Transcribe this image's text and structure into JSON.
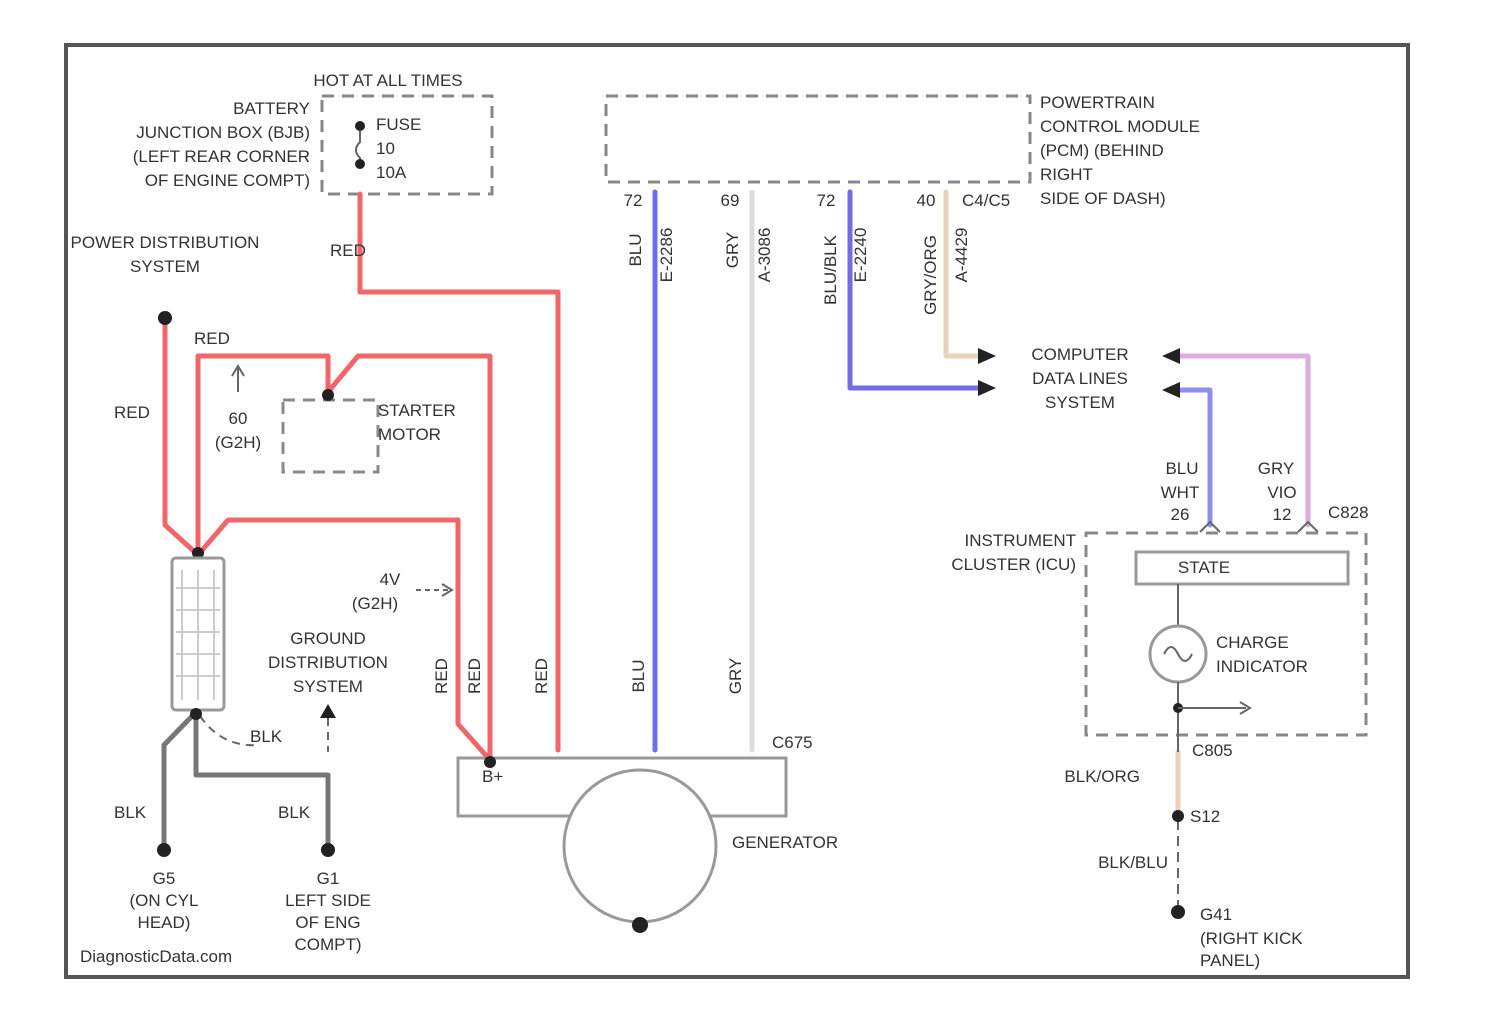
{
  "watermark": "DiagnosticData.com",
  "colors": {
    "red": "#f0666a",
    "blue": "#6d6de8",
    "gray_wire": "#dcdcdc",
    "tan": "#e8d2b8",
    "pink": "#dcaee0",
    "black_wire": "#777777",
    "bluewire2": "#8e8ef0"
  },
  "fuse": {
    "header": "HOT AT ALL TIMES",
    "location": [
      "BATTERY",
      "JUNCTION BOX (BJB)",
      "(LEFT REAR CORNER",
      "OF ENGINE COMPT)"
    ],
    "label": [
      "FUSE",
      "10",
      "10A"
    ]
  },
  "pcm": {
    "label": [
      "POWERTRAIN",
      "CONTROL MODULE",
      "(PCM) (BEHIND",
      "RIGHT",
      "SIDE OF DASH)"
    ],
    "connector": "C4/C5",
    "pins": [
      {
        "pin": "72",
        "wire": "BLU",
        "code": "E-2286"
      },
      {
        "pin": "69",
        "wire": "GRY",
        "code": "A-3086"
      },
      {
        "pin": "72",
        "wire": "BLU/BLK",
        "code": "E-2240"
      },
      {
        "pin": "40",
        "wire": "GRY/ORG",
        "code": "A-4429"
      }
    ]
  },
  "power_dist": [
    "POWER DISTRIBUTION",
    "SYSTEM"
  ],
  "wire_labels": {
    "red_fuse": "RED",
    "red_top": "RED",
    "red_left": "RED",
    "gen_red1": "RED",
    "gen_red2": "RED",
    "gen_red3": "RED",
    "gen_blu": "BLU",
    "gen_gry": "GRY",
    "blk1": "BLK",
    "blk2": "BLK",
    "blk_small": "BLK"
  },
  "gauge_left": [
    "60",
    "(G2H)"
  ],
  "gauge_mid": [
    "4V",
    "(G2H)"
  ],
  "starter": [
    "STARTER",
    "MOTOR"
  ],
  "ground_dist": [
    "GROUND",
    "DISTRIBUTION",
    "SYSTEM"
  ],
  "grounds": [
    {
      "id": "G5",
      "desc": [
        "(ON CYL",
        "HEAD)"
      ]
    },
    {
      "id": "G1",
      "desc": [
        "LEFT SIDE",
        "OF ENG",
        "COMPT)"
      ]
    }
  ],
  "generator": {
    "label": "GENERATOR",
    "connector": "C675",
    "terminal": "B+"
  },
  "data_lines": [
    "COMPUTER",
    "DATA LINES",
    "SYSTEM"
  ],
  "cluster": {
    "label": [
      "INSTRUMENT",
      "CLUSTER (ICU)"
    ],
    "connector": "C828",
    "wire_left": [
      "BLU",
      "WHT",
      "26"
    ],
    "wire_right": [
      "GRY",
      "VIO",
      "12"
    ],
    "module": "STATE",
    "indicator": [
      "CHARGE",
      "INDICATOR"
    ],
    "bottom_connector": "C805",
    "wire_bottom1": "BLK/ORG",
    "splice": "S12",
    "wire_bottom2": "BLK/BLU",
    "ground": {
      "id": "G41",
      "desc": [
        "(RIGHT KICK",
        "PANEL)"
      ]
    }
  }
}
